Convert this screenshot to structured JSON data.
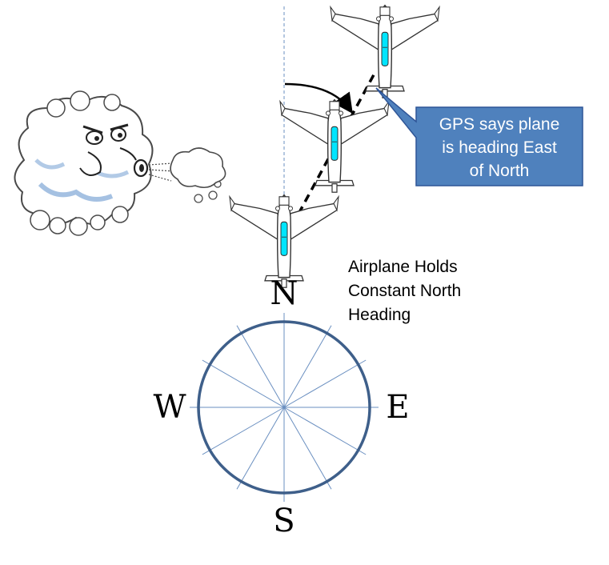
{
  "callout": {
    "lines": [
      "GPS says plane",
      "is heading East",
      "of North"
    ],
    "fill": "#4F81BD",
    "stroke": "#2F5597"
  },
  "plane_label": {
    "lines": [
      "Airplane Holds",
      "Constant North",
      "Heading"
    ]
  },
  "compass": {
    "north": "N",
    "south": "S",
    "east": "E",
    "west": "W",
    "ring_color": "#3E5F8A",
    "spoke_color": "#6A8FC0"
  },
  "colors": {
    "cockpit": "#00E5FF",
    "reference_line": "#6A8FC0",
    "track_line": "#000000",
    "cloud_outline": "#4A4A4A",
    "cloud_shade": "#7FA6D6"
  },
  "icons": {
    "plane": "airplane-icon",
    "cloud": "wind-cloud-face-icon",
    "arrow": "curved-arrow-icon"
  }
}
